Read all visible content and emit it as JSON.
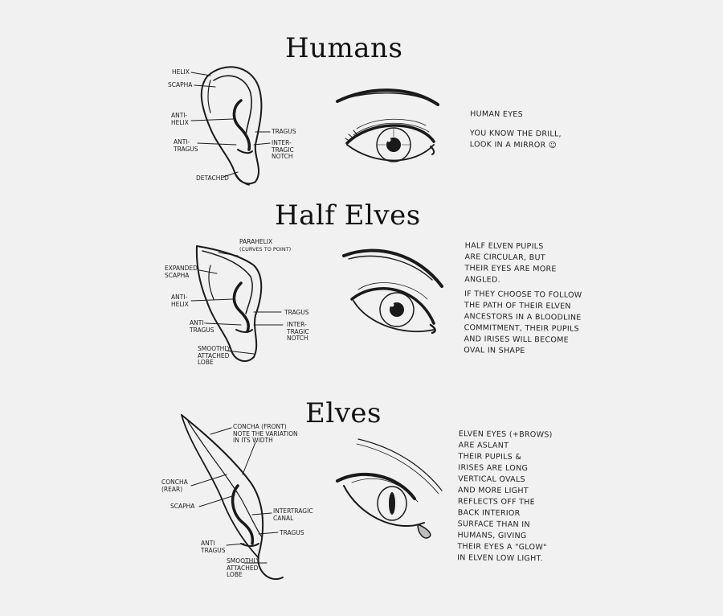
{
  "sections": {
    "humans": {
      "title": "Humans",
      "ear_labels": {
        "helix": "Helix",
        "scapha": "Scapha",
        "antihelix_line1": "Anti-",
        "antihelix_line2": "Helix",
        "antitragus_line1": "Anti-",
        "antitragus_line2": "Tragus",
        "tragus": "Tragus",
        "intertragic_line1": "Inter-",
        "intertragic_line2": "Tragic",
        "intertragic_line3": "Notch",
        "detached": "Detached"
      },
      "notes": [
        "Human Eyes",
        "You know the drill,",
        "Look in a mirror ☺"
      ]
    },
    "half_elves": {
      "title": "Half Elves",
      "ear_labels": {
        "parahelix_line1": "Parahelix",
        "parahelix_line2": "(Curves to point)",
        "expanded_line1": "Expanded",
        "expanded_line2": "Scapha",
        "antihelix_line1": "Anti-",
        "antihelix_line2": "Helix",
        "antitragus_line1": "Anti-",
        "antitragus_line2": "Tragus",
        "tragus": "Tragus",
        "intertragic_line1": "Inter-",
        "intertragic_line2": "Tragic",
        "intertragic_line3": "Notch",
        "lobe_line1": "Smoothly",
        "lobe_line2": "Attached",
        "lobe_line3": "Lobe"
      },
      "notes": [
        "Half Elven pupils",
        "are circular, but",
        "their eyes are more",
        "angled.",
        "If they choose to follow",
        "the path of their elven",
        "ancestors in a bloodline",
        "commitment, their pupils",
        "and irises will become",
        "oval in shape"
      ]
    },
    "elves": {
      "title": "Elves",
      "ear_labels": {
        "concha_front_line1": "Concha (Front)",
        "concha_front_line2": "Note the variation",
        "concha_front_line3": "in its width",
        "concha_rear_line1": "Concha",
        "concha_rear_line2": "(Rear)",
        "scapha": "Scapha",
        "intertragic_line1": "Intertragic",
        "intertragic_line2": "Canal",
        "tragus": "Tragus",
        "antitragus_line1": "Anti",
        "antitragus_line2": "Tragus",
        "lobe_line1": "Smoothly",
        "lobe_line2": "Attached",
        "lobe_line3": "Lobe"
      },
      "notes": [
        "Elven eyes (+brows)",
        "are aslant",
        "their pupils &",
        "irises are long",
        "vertical ovals",
        "and more light",
        "reflects off the",
        "back interior",
        "surface than in",
        "humans, giving",
        "their eyes a \"glow\"",
        "in elven low light."
      ]
    }
  }
}
